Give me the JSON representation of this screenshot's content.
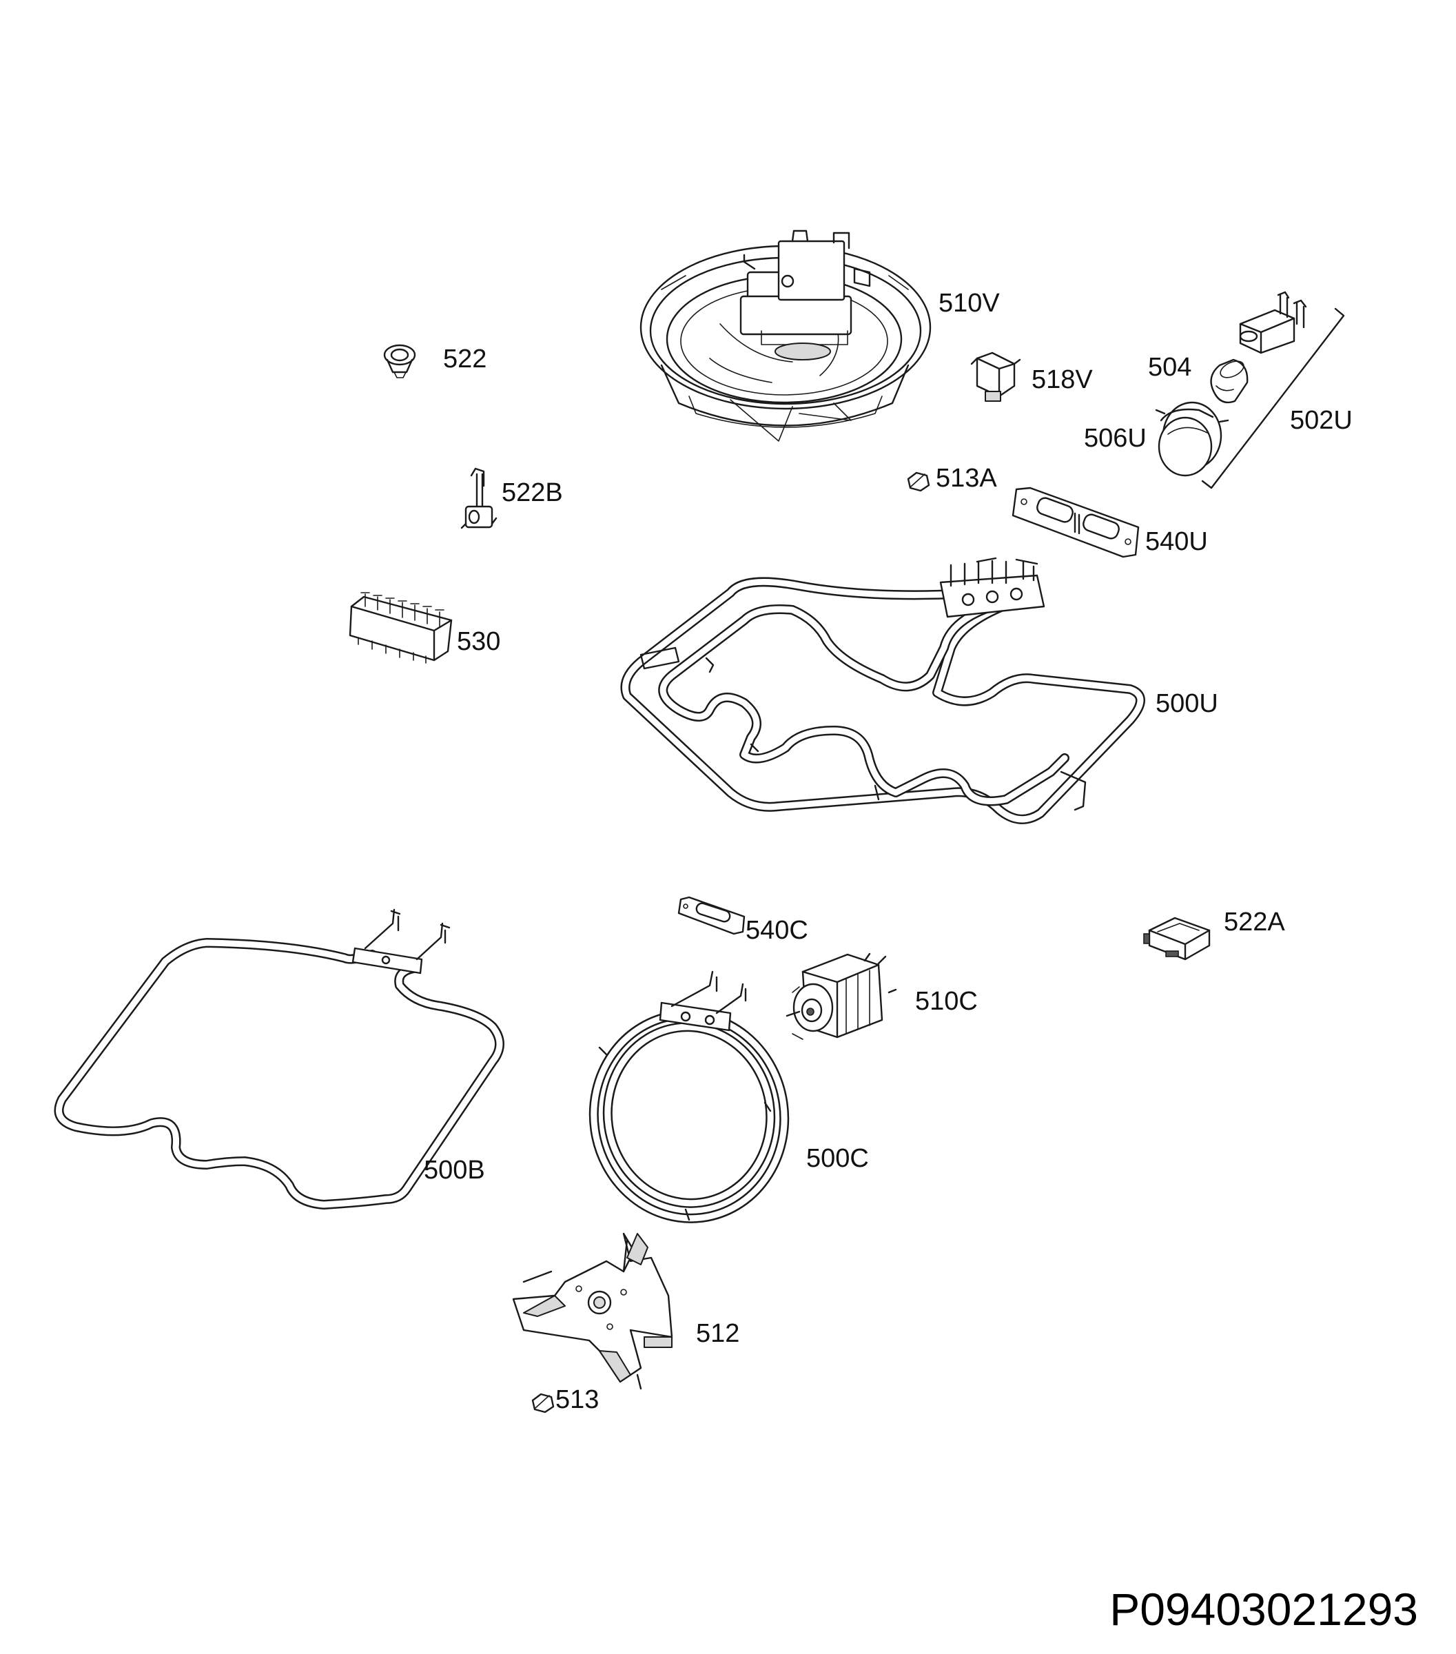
{
  "diagram": {
    "type": "exploded-parts-diagram",
    "document_code": "P09403021293",
    "parts": [
      {
        "id": "510V",
        "label": "510V",
        "icon": "convection-fan-motor-assembly-icon"
      },
      {
        "id": "522",
        "label": "522",
        "icon": "cable-clamp-icon"
      },
      {
        "id": "518V",
        "label": "518V",
        "icon": "motor-bracket-icon"
      },
      {
        "id": "504",
        "label": "504",
        "icon": "lamp-bulb-icon"
      },
      {
        "id": "506U",
        "label": "506U",
        "icon": "lamp-cover-icon"
      },
      {
        "id": "502U",
        "label": "502U",
        "icon": "lamp-holder-icon"
      },
      {
        "id": "522B",
        "label": "522B",
        "icon": "cable-holder-icon"
      },
      {
        "id": "513A",
        "label": "513A",
        "icon": "nut-icon"
      },
      {
        "id": "540U",
        "label": "540U",
        "icon": "heater-gasket-icon"
      },
      {
        "id": "530",
        "label": "530",
        "icon": "terminal-block-icon"
      },
      {
        "id": "500U",
        "label": "500U",
        "icon": "top-grill-heating-element-icon"
      },
      {
        "id": "540C",
        "label": "540C",
        "icon": "circular-heater-gasket-icon"
      },
      {
        "id": "522A",
        "label": "522A",
        "icon": "connector-clip-icon"
      },
      {
        "id": "510C",
        "label": "510C",
        "icon": "fan-motor-icon"
      },
      {
        "id": "500B",
        "label": "500B",
        "icon": "bottom-heating-element-icon"
      },
      {
        "id": "500C",
        "label": "500C",
        "icon": "circular-heating-element-icon"
      },
      {
        "id": "512",
        "label": "512",
        "icon": "fan-blade-icon"
      },
      {
        "id": "513",
        "label": "513",
        "icon": "fan-nut-icon"
      }
    ]
  }
}
